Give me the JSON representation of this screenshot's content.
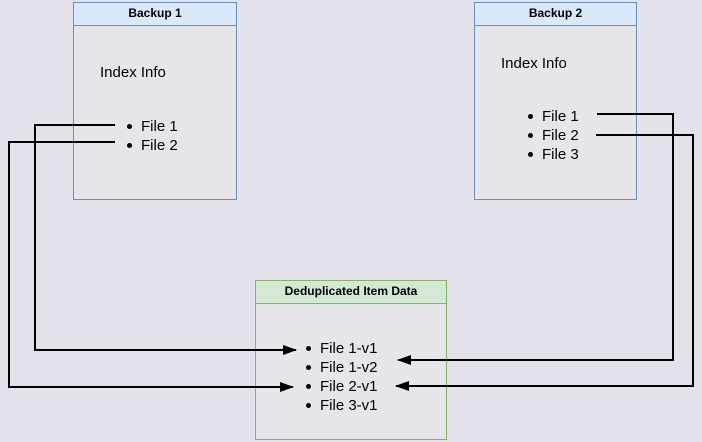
{
  "colors": {
    "bg": "#e3e2eb",
    "box_fill": "#e7e5ea",
    "blue_fill": "#dae8fc",
    "blue_border": "#6c8ebf",
    "green_fill": "#d5e8d4",
    "green_border": "#82b366",
    "line": "#000000",
    "text": "#000000"
  },
  "backup1": {
    "title": "Backup 1",
    "subtitle": "Index Info",
    "items": [
      "File 1",
      "File 2"
    ]
  },
  "backup2": {
    "title": "Backup 2",
    "subtitle": "Index Info",
    "items": [
      "File 1",
      "File 2",
      "File 3"
    ]
  },
  "dedup": {
    "title": "Deduplicated Item Data",
    "items": [
      "File 1-v1",
      "File 1-v2",
      "File 2-v1",
      "File 3-v1"
    ]
  },
  "connections": [
    {
      "from_box": "backup1",
      "from_item": "File 1",
      "to_box": "dedup",
      "to_item": "File 1-v1"
    },
    {
      "from_box": "backup1",
      "from_item": "File 2",
      "to_box": "dedup",
      "to_item": "File 2-v1"
    },
    {
      "from_box": "backup2",
      "from_item": "File 1",
      "to_box": "dedup",
      "to_item": "File 1-v2"
    },
    {
      "from_box": "backup2",
      "from_item": "File 2",
      "to_box": "dedup",
      "to_item": "File 2-v1"
    }
  ]
}
